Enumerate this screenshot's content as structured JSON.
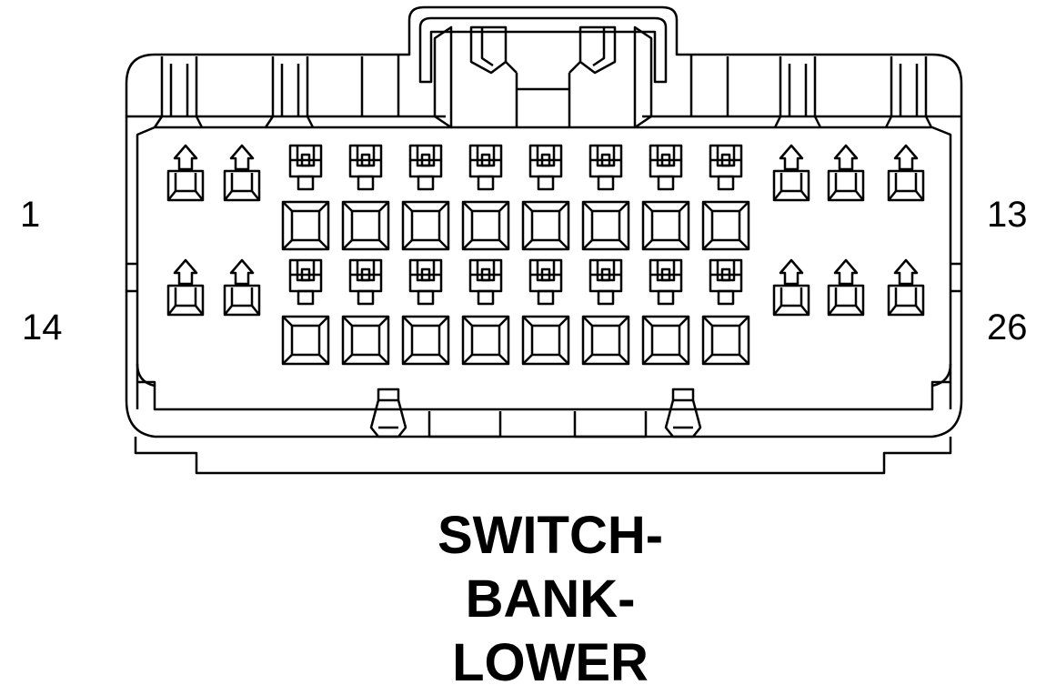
{
  "colors": {
    "stroke": "#000000",
    "background": "#ffffff"
  },
  "connector": {
    "rows": 2,
    "terminals_per_row": 13,
    "small_terminals_left": 2,
    "large_terminals_center": 8,
    "small_terminals_right": 3
  },
  "pin_labels": {
    "row1_start": "1",
    "row1_end": "13",
    "row2_start": "14",
    "row2_end": "26"
  },
  "title": {
    "line1": "SWITCH-",
    "line2": "BANK-",
    "line3": "LOWER"
  }
}
